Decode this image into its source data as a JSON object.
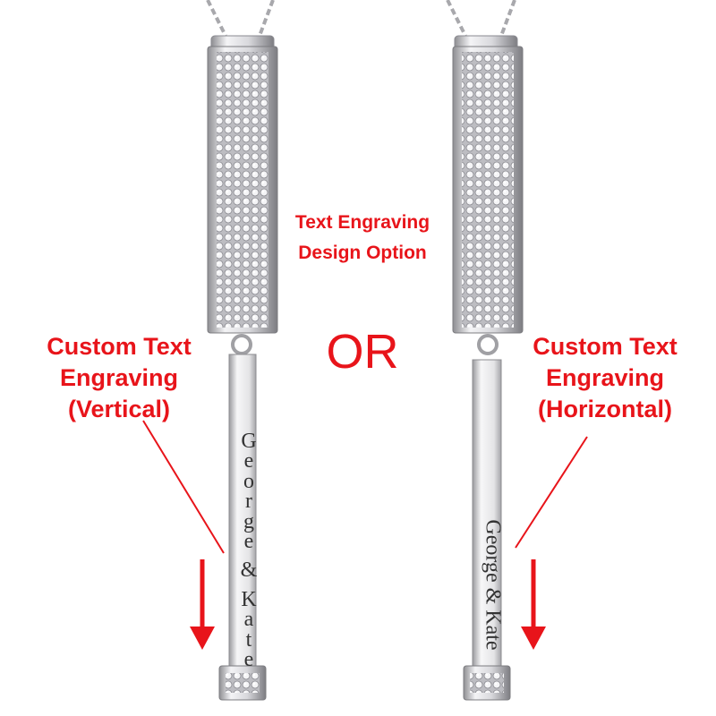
{
  "labels": {
    "top_line1": "Text Engraving",
    "top_line2": "Design Option",
    "or": "OR",
    "left_line1": "Custom Text",
    "left_line2": "Engraving",
    "left_line3": "(Vertical)",
    "right_line1": "Custom Text",
    "right_line2": "Engraving",
    "right_line3": "(Horizontal)"
  },
  "engravings": {
    "vertical": "George & Kate",
    "horizontal": "George & Kate"
  },
  "colors": {
    "accent": "#e8141a",
    "silver": "#cfcfd2",
    "background": "#ffffff"
  }
}
